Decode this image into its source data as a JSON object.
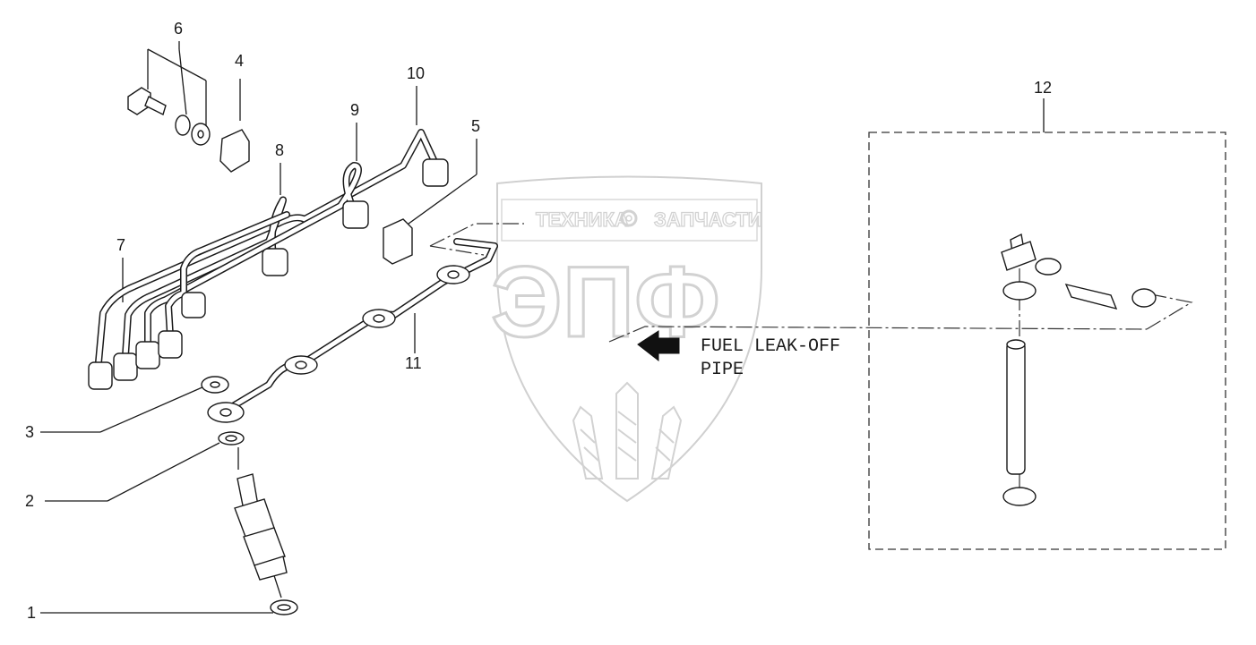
{
  "callouts": [
    "1",
    "2",
    "3",
    "4",
    "5",
    "6",
    "7",
    "8",
    "9",
    "10",
    "11",
    "12"
  ],
  "note": {
    "line1": "FUEL LEAK-OFF",
    "line2": "PIPE"
  },
  "watermark": {
    "text_left": "ТЕХНИКА",
    "text_right": "ЗАПЧАСТИ",
    "logo": "ЭПФ"
  },
  "colors": {
    "line": "#1a1a1a",
    "watermark": "#d2d2d2",
    "background": "#ffffff"
  },
  "icons": [
    "gear-icon",
    "arrow-left-icon"
  ]
}
